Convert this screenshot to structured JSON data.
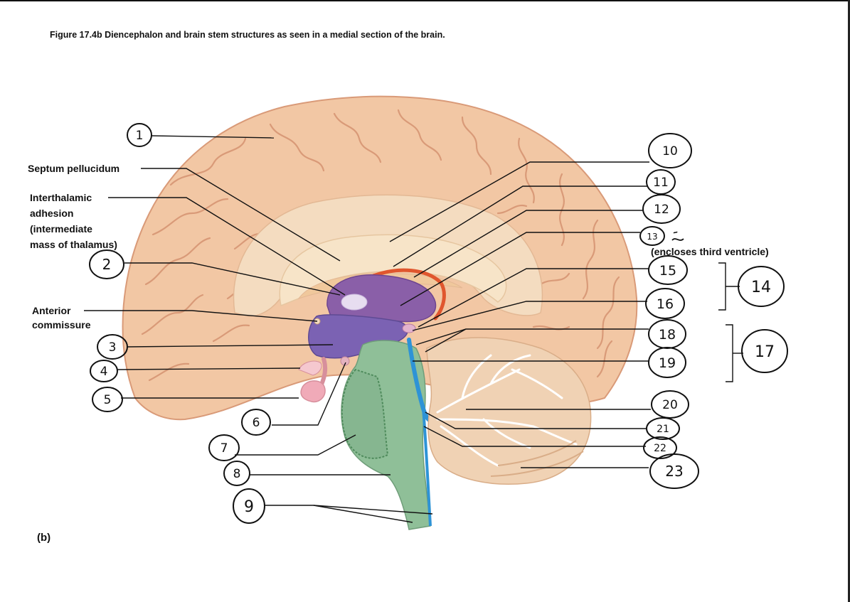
{
  "caption": "Figure 17.4b Diencephalon and brain stem structures as seen in a medial section of the brain.",
  "labels": {
    "septum": "Septum pellucidum",
    "interthalamic": [
      "Interthalamic",
      "adhesion",
      "(intermediate",
      "mass of thalamus)"
    ],
    "anterior": [
      "Anterior",
      "commissure"
    ],
    "third_ventricle": "(encloses third ventricle)",
    "sub": "(b)"
  },
  "numbers": [
    "1",
    "2",
    "3",
    "4",
    "5",
    "6",
    "7",
    "8",
    "9",
    "10",
    "11",
    "12",
    "13",
    "14",
    "15",
    "16",
    "17",
    "18",
    "19",
    "20",
    "21",
    "22",
    "23"
  ],
  "colors": {
    "cerebrum": "#f2c7a4",
    "gyri_line": "#d99a78",
    "white_matter": "#f4dcc0",
    "corpus": "#f7e4c8",
    "thalamus": "#8a5fa8",
    "hypothalamus": "#7b62b3",
    "brainstem": "#8fbf98",
    "ventricle": "#2e93d6",
    "cerebellum": "#f0d2b4",
    "choroid": "#e0562e",
    "pituitary": "#f0aab8"
  }
}
